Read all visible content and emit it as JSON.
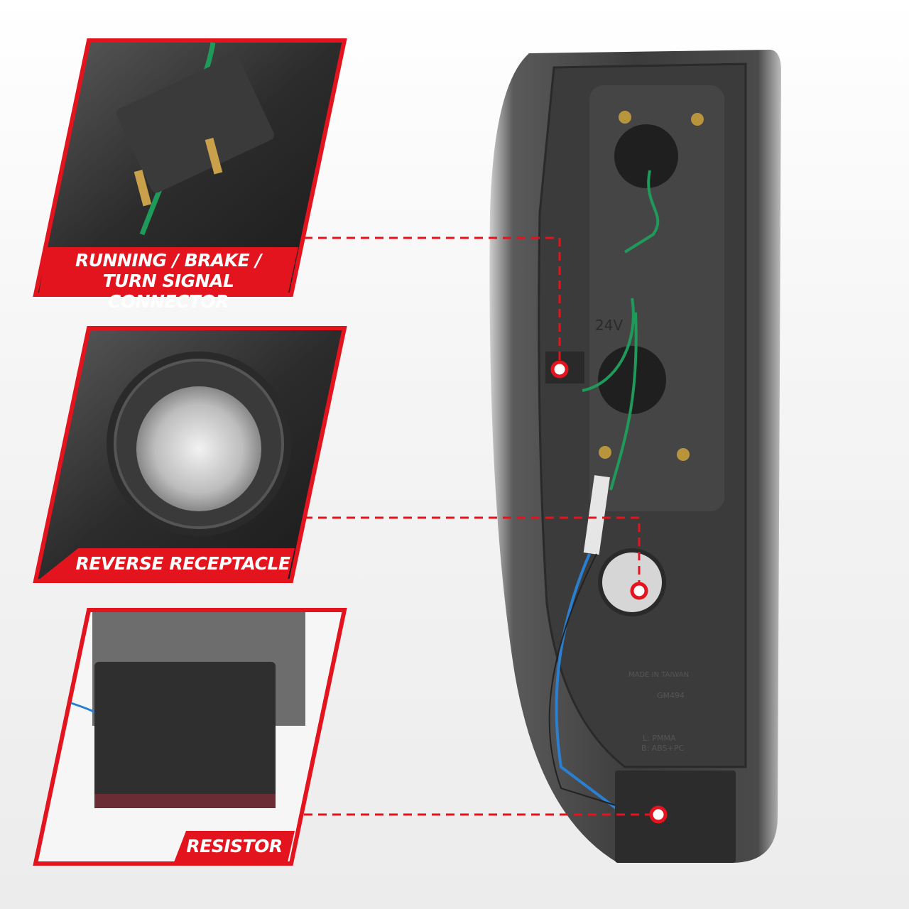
{
  "callouts": [
    {
      "label_line1": "RUNNING / BRAKE /",
      "label_line2": "TURN SIGNAL CONNECTOR",
      "icon": "connector-photo"
    },
    {
      "label_line1": "REVERSE RECEPTACLE",
      "icon": "socket-photo"
    },
    {
      "label_line1": "RESISTOR",
      "icon": "resistor-photo"
    }
  ],
  "product_markings": {
    "voltage": "24V",
    "origin": "MADE IN TAIWAN",
    "part": "GM494",
    "material_lens": "L: PMMA",
    "material_body": "B: ABS+PC"
  },
  "colors": {
    "accent": "#e3141e",
    "housing": "#3a3a3a",
    "wire_green": "#1f9a5a",
    "wire_blue": "#2a7fd0"
  }
}
